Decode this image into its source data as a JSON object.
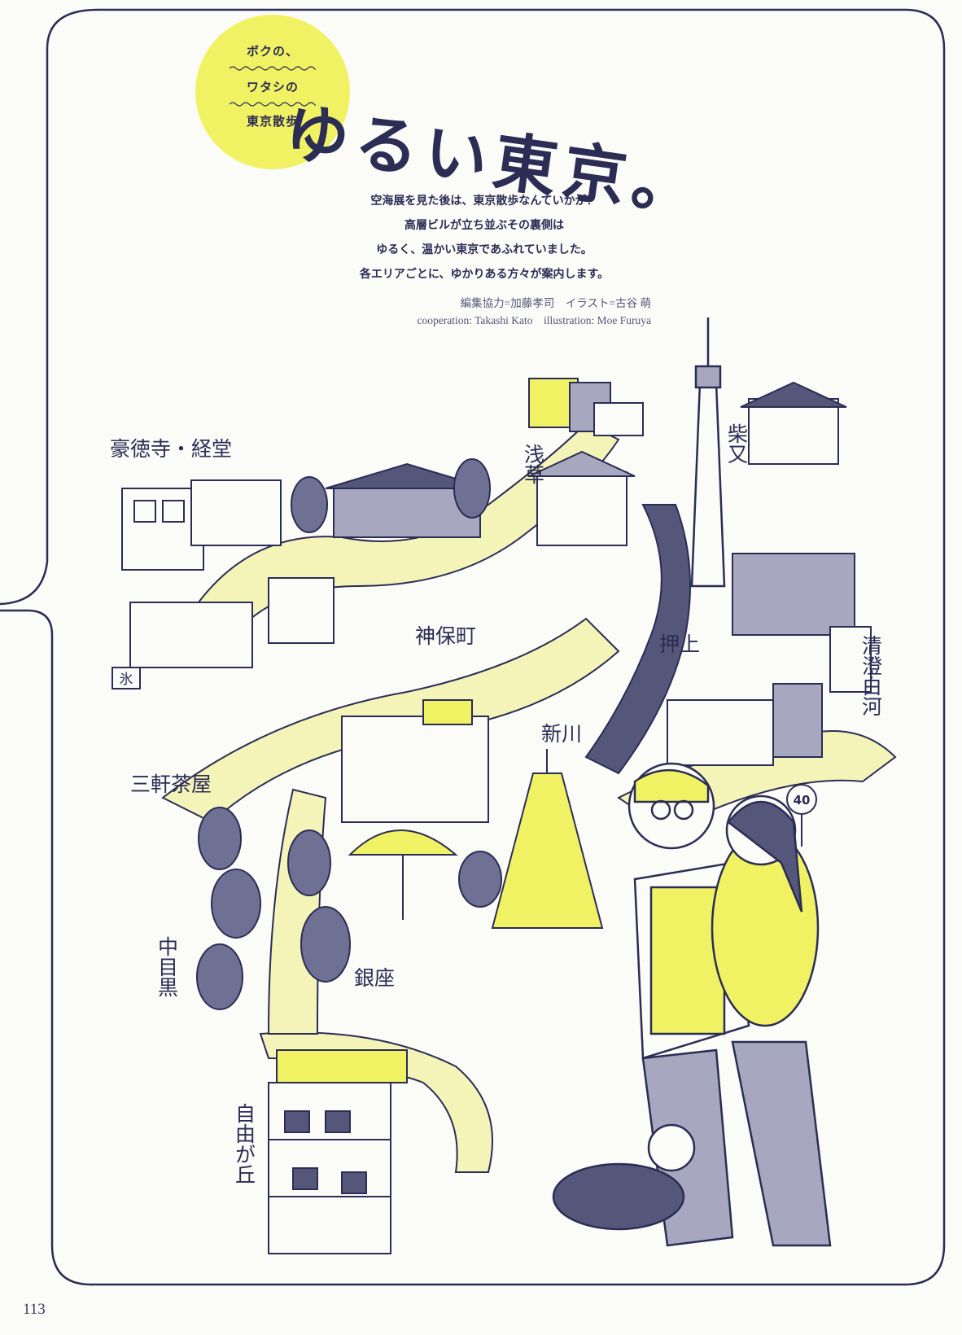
{
  "header": {
    "badge_lines": [
      "ボクの、",
      "ワタシの",
      "東京散歩"
    ],
    "title": "ゆるい東京。"
  },
  "lead": {
    "lines": [
      "空海展を見た後は、東京散歩なんていかが？",
      "高層ビルが立ち並ぶその裏側は",
      "ゆるく、温かい東京であふれていました。",
      "各エリアごとに、ゆかりある方々が案内します。"
    ]
  },
  "credits": {
    "japanese": "編集協力=加藤孝司　イラスト=古谷 萌",
    "english": "cooperation: Takashi Kato　illustration: Moe Furuya"
  },
  "areas": {
    "gotokuji": "豪徳寺・経堂",
    "asakusa": "浅草",
    "shibamata": "柴又",
    "jimbocho": "神保町",
    "oshiage": "押上",
    "kiyosumi": "清澄白河",
    "shinkawa": "新川",
    "sangenjaya": "三軒茶屋",
    "nakameguro": "中目黒",
    "ginza": "銀座",
    "jiyugaoka": "自由が丘"
  },
  "signs": {
    "speed_limit": "40",
    "shop_sign": "氷"
  },
  "colors": {
    "ink": "#2b2d55",
    "yellow": "#f1f263",
    "pale_yellow": "#f4f4b8",
    "gray": "#a7a8bf",
    "paper": "#fbfbf8"
  },
  "page_number": "113"
}
